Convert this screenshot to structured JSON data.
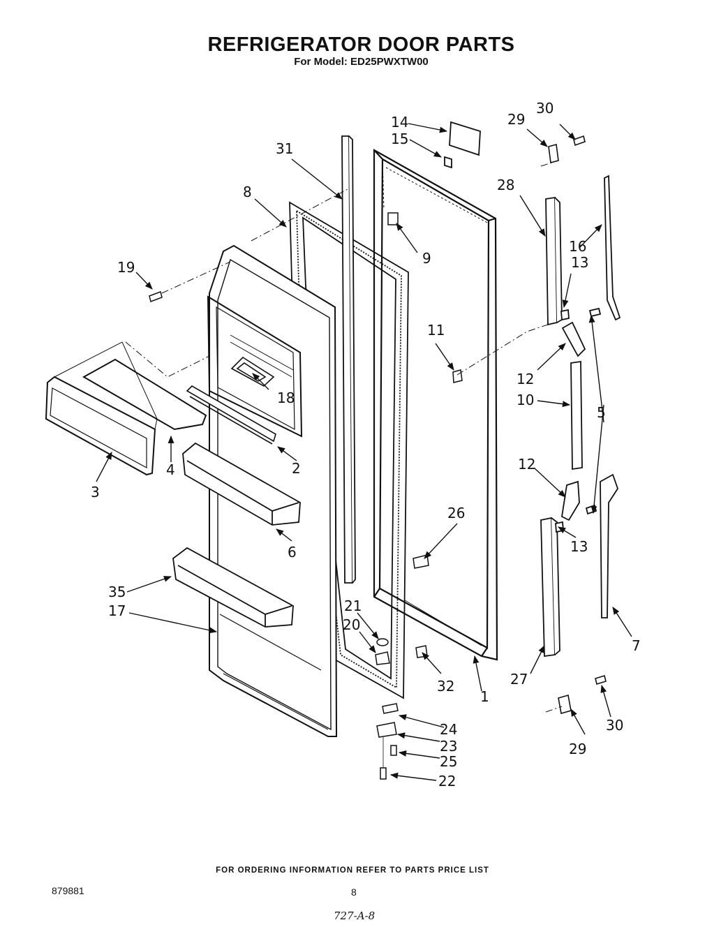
{
  "header": {
    "title": "REFRIGERATOR DOOR PARTS",
    "subtitle": "For Model: ED25PWXTW00"
  },
  "callouts": {
    "c1": "1",
    "c2": "2",
    "c3": "3",
    "c4": "4",
    "c5": "5",
    "c6": "6",
    "c7": "7",
    "c8": "8",
    "c9": "9",
    "c10": "10",
    "c11": "11",
    "c12a": "12",
    "c12b": "12",
    "c13a": "13",
    "c13b": "13",
    "c14": "14",
    "c15": "15",
    "c16": "16",
    "c17": "17",
    "c18": "18",
    "c19": "19",
    "c20": "20",
    "c21": "21",
    "c22": "22",
    "c23": "23",
    "c24": "24",
    "c25": "25",
    "c26": "26",
    "c27": "27",
    "c28": "28",
    "c29a": "29",
    "c29b": "29",
    "c30a": "30",
    "c30b": "30",
    "c31": "31",
    "c32": "32",
    "c35": "35"
  },
  "footer": {
    "ordering_info": "FOR ORDERING INFORMATION REFER TO PARTS PRICE LIST",
    "document_number": "879881",
    "page_number": "8",
    "handwritten_code": "727-A-8"
  }
}
